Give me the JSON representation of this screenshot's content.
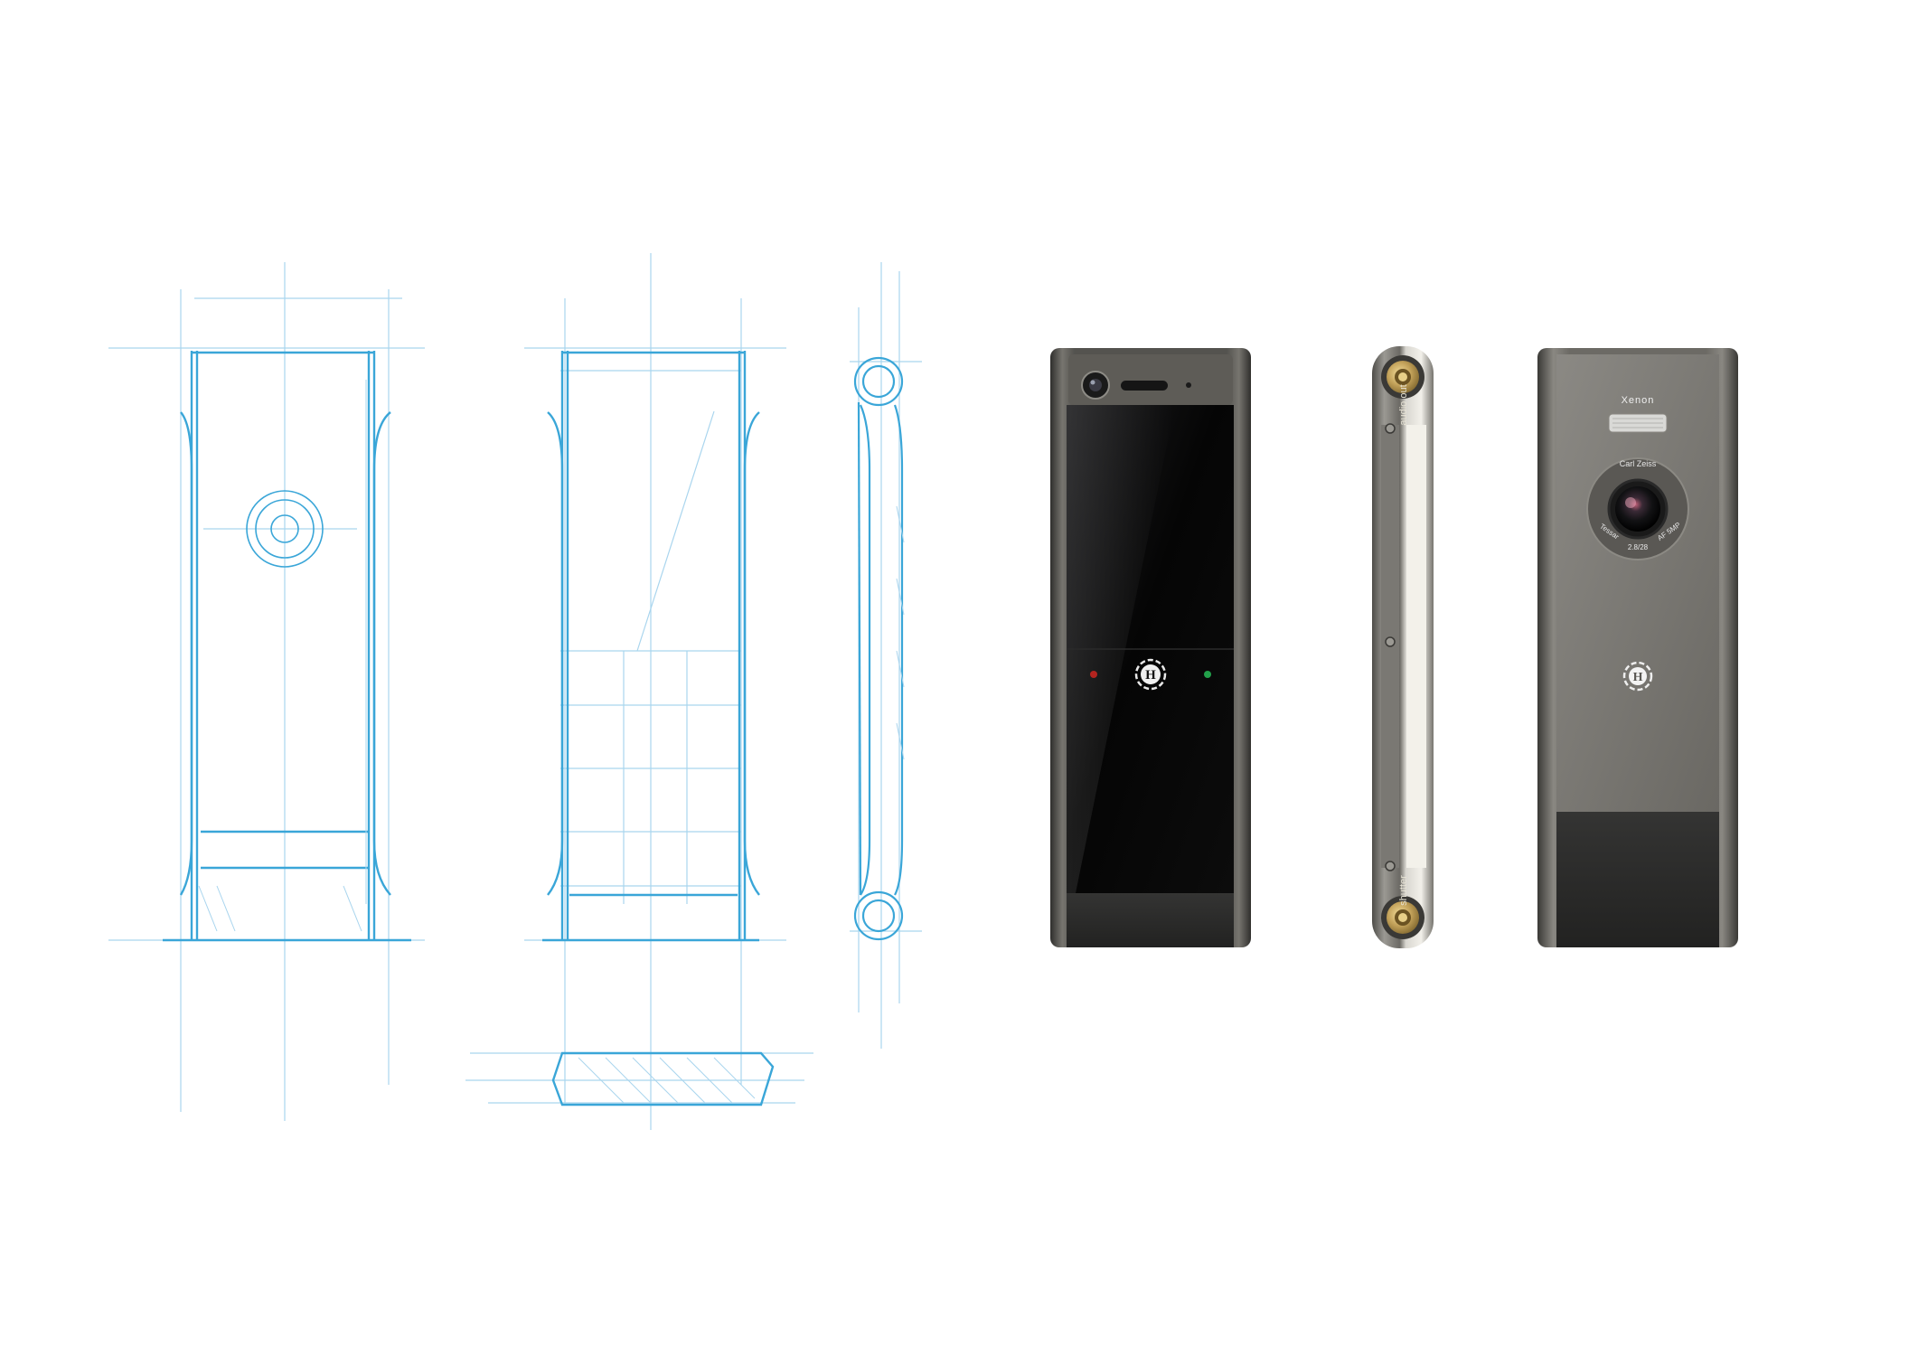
{
  "palette": {
    "sketch": "#3aa6d8",
    "sketch_light": "#a9d5ee",
    "pencil": "#b9b9b9",
    "body_metal": "#6f6d68",
    "body_metal_dark": "#3e3d3a",
    "screen": "#050505",
    "leather": "#2b2b2a",
    "brass": "#b89a52",
    "led_red": "#b3241f",
    "led_green": "#22a04a"
  },
  "labels": {
    "flash": "Xenon",
    "lens_brand": "Carl Zeiss",
    "lens_type": "Tessar",
    "lens_aperture": "2.8/28",
    "lens_resolution": "AF 5MP",
    "audio_port": "audio out",
    "shutter": "shutter"
  },
  "icons": {
    "brand_logo": "hexagonal-h-logo",
    "side_connector": "brass-connector",
    "front_camera": "front-camera-lens"
  }
}
